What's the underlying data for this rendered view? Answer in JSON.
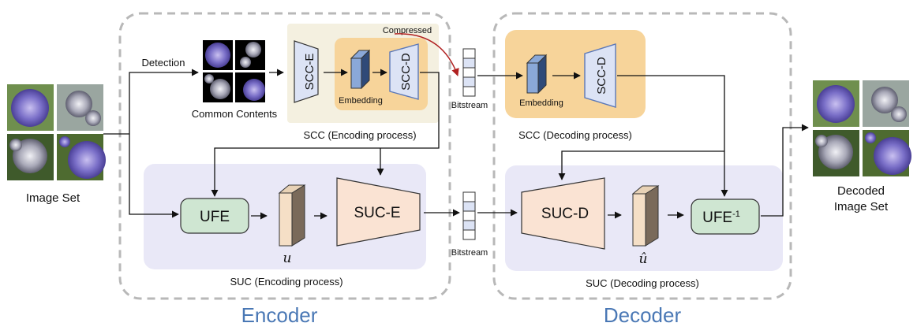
{
  "encoder": {
    "title": "Encoder",
    "scc_caption": "SCC (Encoding process)",
    "suc_caption": "SUC (Encoding process)"
  },
  "decoder": {
    "title": "Decoder",
    "scc_caption": "SCC (Decoding process)",
    "suc_caption": "SUC (Decoding process)"
  },
  "input": {
    "label": "Image Set"
  },
  "output": {
    "label_line1": "Decoded",
    "label_line2": "Image Set"
  },
  "labels": {
    "detection": "Detection",
    "common_contents": "Common Contents",
    "compressed": "Compressed",
    "bitstream": "Bitstream",
    "embedding": "Embedding",
    "u": "u",
    "u_hat": "û"
  },
  "blocks": {
    "scc_e": "SCC-E",
    "scc_d": "SCC-D",
    "ufe": "UFE",
    "suc_e": "SUC-E",
    "suc_d": "SUC-D",
    "ufe_inv": "UFE",
    "ufe_inv_sup": "-1"
  },
  "colors": {
    "title_blue": "#4a78b5",
    "scc_enc_bg": "#f4f0e0",
    "embedding_bg": "#f7d49a",
    "suc_bg": "#e9e8f7",
    "ufe_fill": "#cfe6d2",
    "suc_block_fill": "#fae3d3",
    "scc_block_fill": "#dce3f5",
    "compressed_arrow": "#b02020"
  }
}
